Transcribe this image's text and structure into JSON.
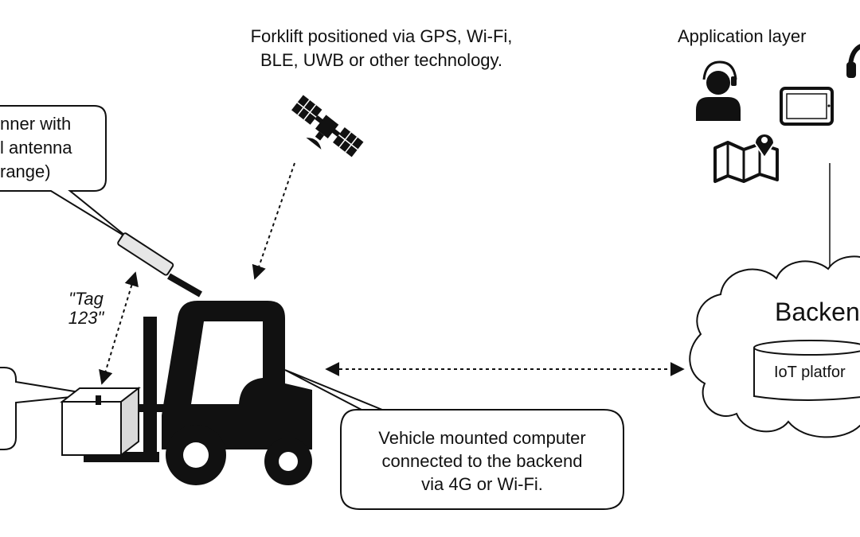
{
  "header": {
    "positioning": [
      "Forklift positioned via GPS, Wi-Fi,",
      "BLE, UWB or other technology."
    ],
    "application_layer": "Application layer"
  },
  "callouts": {
    "scanner": [
      "nner with",
      "l antenna",
      "range)"
    ],
    "tag": [
      "\"Tag",
      "123\""
    ],
    "computer": [
      "Vehicle mounted computer",
      "connected to the backend",
      "via 4G or Wi-Fi."
    ]
  },
  "backend": {
    "title": "Backen",
    "platform": "IoT platfor"
  },
  "icons": [
    "satellite-icon",
    "operator-headset-icon",
    "tablet-icon",
    "map-pin-icon",
    "headset-icon",
    "forklift-icon",
    "box-icon",
    "rfid-antenna-icon",
    "cloud-icon",
    "database-icon"
  ],
  "colors": {
    "ink": "#111111",
    "box_side": "#d9d9d9",
    "antenna": "#e6e6e6",
    "background": "#ffffff"
  }
}
